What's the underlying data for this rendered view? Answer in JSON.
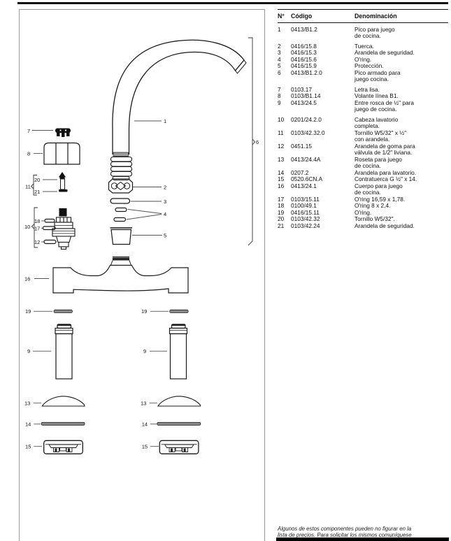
{
  "table": {
    "headers": {
      "num": "N°",
      "code": "Código",
      "name": "Denominación"
    },
    "rows": [
      {
        "num": "1",
        "code": "0413/B1.2",
        "name": "Pico para juego\nde cocina."
      },
      {
        "num": "2",
        "code": "0416/15.8",
        "name": "Tuerca.",
        "gap": true
      },
      {
        "num": "3",
        "code": "0416/15.3",
        "name": "Arandela de seguridad."
      },
      {
        "num": "4",
        "code": "0416/15.6",
        "name": "O'ring."
      },
      {
        "num": "5",
        "code": "0416/15.9",
        "name": "Protección."
      },
      {
        "num": "6",
        "code": "0413/B1.2.0",
        "name": "Pico armado para\njuego cocina."
      },
      {
        "num": "7",
        "code": "0103.17",
        "name": "Letra lisa.",
        "gap": true
      },
      {
        "num": "8",
        "code": "0103/B1.14",
        "name": "Volante línea B1."
      },
      {
        "num": "9",
        "code": "0413/24.5",
        "name": "Entre rosca de ½\" para\njuego de cocina."
      },
      {
        "num": "10",
        "code": "0201/24.2.0",
        "name": "Cabeza lavatorio\ncompleta.",
        "gap": true
      },
      {
        "num": "11",
        "code": "0103/42.32.0",
        "name": "Tornillo W5/32\" x ½\"\ncon arandela."
      },
      {
        "num": "12",
        "code": "0451.15",
        "name": "Arandela de goma para\nválvula de 1/2\" liviana."
      },
      {
        "num": "13",
        "code": "0413/24.4A",
        "name": "Roseta para juego\nde cocina."
      },
      {
        "num": "14",
        "code": "0207.2",
        "name": "Arandela para lavatorio."
      },
      {
        "num": "15",
        "code": "0520.6CN.A",
        "name": "Contratuerca G ½\" x 14."
      },
      {
        "num": "16",
        "code": "0413/24.1",
        "name": "Cuerpo para juego\nde cocina."
      },
      {
        "num": "17",
        "code": "0103/15.11",
        "name": "O'ring 16,59 x 1,78."
      },
      {
        "num": "18",
        "code": "0100/49.1",
        "name": "O'ring 8 x 2,4."
      },
      {
        "num": "19",
        "code": "0416/15.11",
        "name": "O'ring."
      },
      {
        "num": "20",
        "code": "0103/42.32",
        "name": "Tornillo W5/32\"."
      },
      {
        "num": "21",
        "code": "0103/42.24",
        "name": "Arandela de seguridad."
      }
    ]
  },
  "diagram": {
    "labels": {
      "n1": "1",
      "n2": "2",
      "n3": "3",
      "n4": "4",
      "n5": "5",
      "n6": "6",
      "n7": "7",
      "n8": "8",
      "n9": "9",
      "n10": "10",
      "n11": "11",
      "n12": "12",
      "n13": "13",
      "n14": "14",
      "n15": "15",
      "n16": "16",
      "n17": "17",
      "n18": "18",
      "n19": "19",
      "n20": "20",
      "n21": "21",
      "r9": "9",
      "r13": "13",
      "r14": "14",
      "r15": "15",
      "r19": "19"
    }
  },
  "footnote": {
    "line1": "Algunos de estos componentes pueden no figurar en la",
    "line2": "lista de precios. Para solicitar los mismos comuníquese"
  },
  "colors": {
    "ink": "#111111",
    "leader": "#555555",
    "gray_fill": "#8c8c8c",
    "box_border": "#9a9a9a"
  }
}
